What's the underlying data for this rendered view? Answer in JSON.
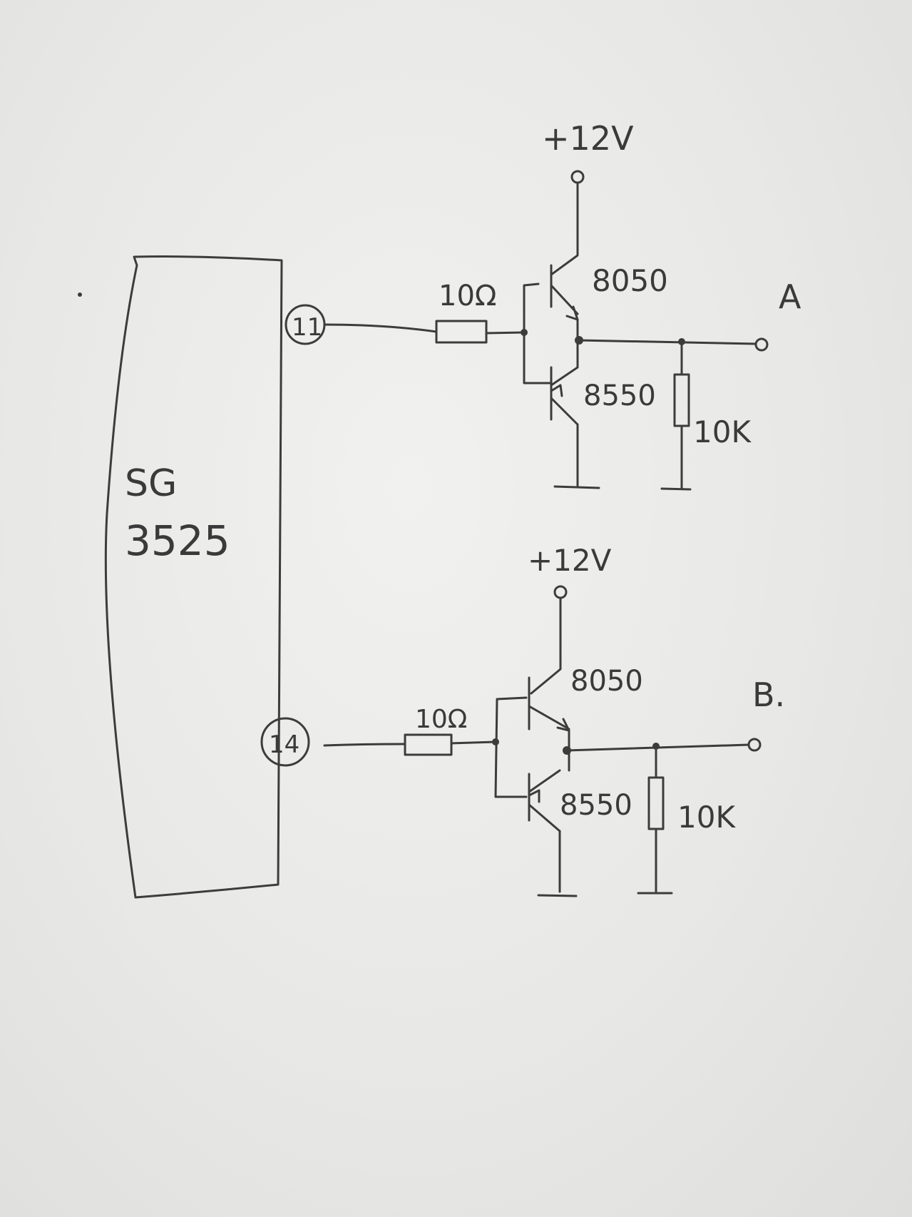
{
  "ic": {
    "name_line1": "SG",
    "name_line2": "3525"
  },
  "pin_a": "11",
  "pin_b": "14",
  "stage_a": {
    "supply": "+12V",
    "base_resistor": "10Ω",
    "npn": "8050",
    "pnp": "8550",
    "load_resistor": "10K",
    "output": "A"
  },
  "stage_b": {
    "supply": "+12V",
    "base_resistor": "10Ω",
    "npn": "8050",
    "pnp": "8550",
    "load_resistor": "10K",
    "output": "B."
  },
  "colors": {
    "ink": "#3c3c3c",
    "paper": "#ececea"
  }
}
